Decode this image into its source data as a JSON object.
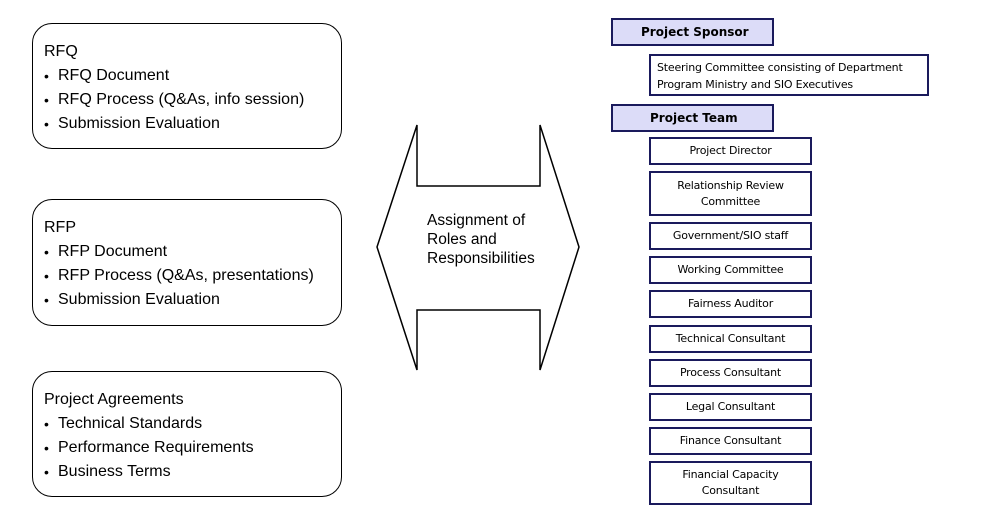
{
  "left_boxes": [
    {
      "title": "RFQ",
      "items": [
        "RFQ Document",
        "RFQ Process (Q&As, info session)",
        "Submission Evaluation"
      ]
    },
    {
      "title": "RFP",
      "items": [
        "RFP Document",
        "RFP Process (Q&As, presentations)",
        "Submission Evaluation"
      ]
    },
    {
      "title": "Project Agreements",
      "items": [
        "Technical Standards",
        "Performance Requirements",
        "Business Terms"
      ]
    }
  ],
  "arrow": {
    "lines": [
      "Assignment of",
      "Roles and",
      "Responsibilities"
    ]
  },
  "sponsor": {
    "header": "Project Sponsor",
    "description_lines": [
      "Steering Committee consisting of Department",
      "Program Ministry and SIO Executives"
    ]
  },
  "team": {
    "header": "Project Team",
    "roles": [
      {
        "lines": [
          "Project Director"
        ]
      },
      {
        "lines": [
          "Relationship Review",
          "Committee"
        ]
      },
      {
        "lines": [
          "Government/SIO staff"
        ]
      },
      {
        "lines": [
          "Working Committee"
        ]
      },
      {
        "lines": [
          "Fairness Auditor"
        ]
      },
      {
        "lines": [
          "Technical Consultant"
        ]
      },
      {
        "lines": [
          "Process Consultant"
        ]
      },
      {
        "lines": [
          "Legal Consultant"
        ]
      },
      {
        "lines": [
          "Finance Consultant"
        ]
      },
      {
        "lines": [
          "Financial Capacity",
          "Consultant"
        ]
      }
    ]
  },
  "colors": {
    "header_fill": "#dcdcf8",
    "box_border": "#1a1a5c"
  }
}
